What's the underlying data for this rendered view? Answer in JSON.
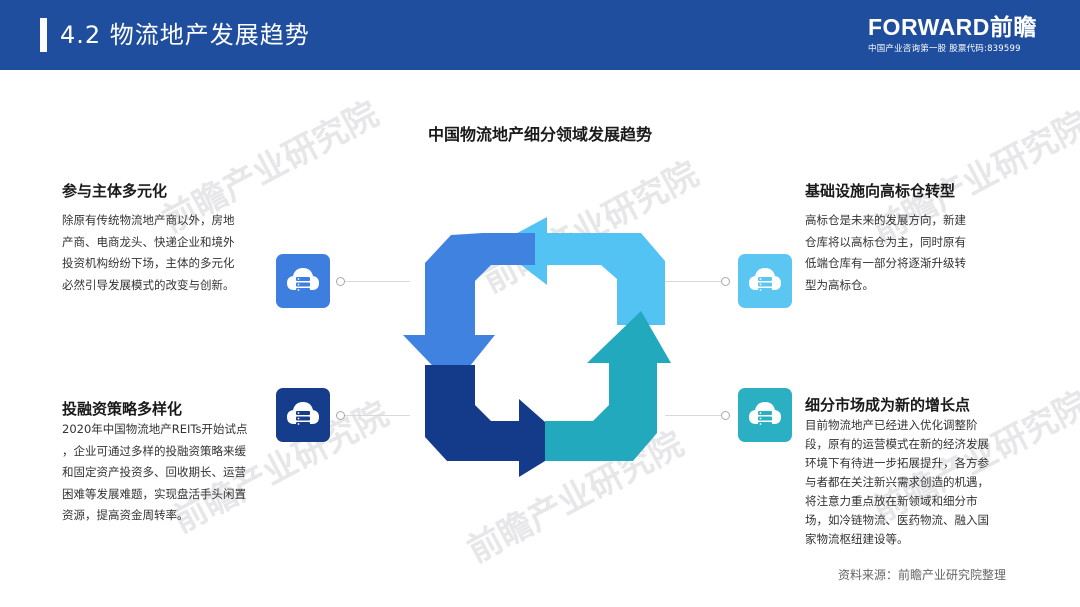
{
  "header": {
    "title": "4.2 物流地产发展趋势",
    "brand_logo": "FORWARD前瞻",
    "brand_sub": "中国产业咨询第一股  股票代码:839599"
  },
  "watermark": "前瞻产业研究院",
  "main_title": "中国物流地产细分领域发展趋势",
  "sections": {
    "top_left": {
      "title": "参与主体多元化",
      "body": [
        "除原有传统物流地产商以外，房地",
        "产商、电商龙头、快递企业和境外",
        "投资机构纷纷下场，主体的多元化",
        "必然引导发展模式的改变与创新。"
      ]
    },
    "bottom_left": {
      "title": "投融资策略多样化",
      "body": [
        "2020年中国物流地产REITs开始试点",
        "，企业可通过多样的投融资策略来缓",
        "和固定资产投资多、回收期长、运营",
        "困难等发展难题，实现盘活手头闲置",
        "资源，提高资金周转率。"
      ]
    },
    "top_right": {
      "title": "基础设施向高标仓转型",
      "body": [
        "高标仓是未来的发展方向，新建",
        "仓库将以高标仓为主，同时原有",
        "低端仓库有一部分将逐渐升级转",
        "型为高标仓。"
      ]
    },
    "bottom_right": {
      "title": "细分市场成为新的增长点",
      "body": [
        "目前物流地产已经进入优化调整阶",
        "段，原有的运营模式在新的经济发展",
        "环境下有待进一步拓展提升，各方参",
        "与者都在关注新兴需求创造的机遇，",
        "将注意力重点放在新领域和细分市",
        "场，如冷链物流、医药物流、融入国",
        "家物流枢纽建设等。"
      ]
    }
  },
  "icon_name": "cloud-server-icon",
  "colors": {
    "header_bg": "#1f4e9e",
    "tile_top_left": "#3d7ede",
    "tile_bottom_left": "#163d8c",
    "tile_top_right": "#5cc6f2",
    "tile_bottom_right": "#2ab0c2",
    "arrow_light_blue": "#53c3f3",
    "arrow_blue": "#3f82e0",
    "arrow_navy": "#143a8a",
    "arrow_teal": "#22a9bd"
  },
  "source": "资料来源：前瞻产业研究院整理"
}
